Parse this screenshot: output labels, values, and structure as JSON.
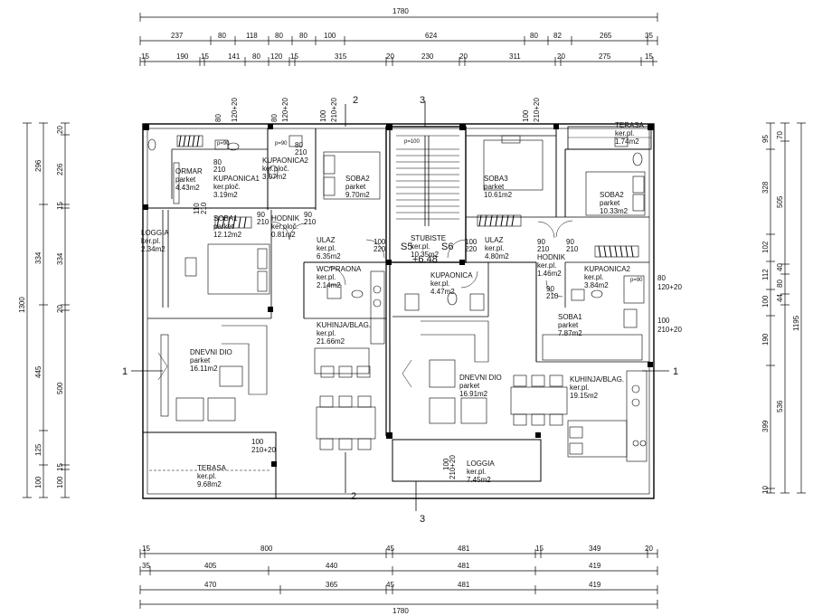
{
  "plan": {
    "overall_top": "1780",
    "overall_bottom": "1780",
    "overall_left": "1300",
    "overall_right": "1195",
    "top_row1": [
      "237",
      "80",
      "118",
      "80",
      "80",
      "100",
      "624",
      "80",
      "82",
      "265",
      "35"
    ],
    "top_row2": [
      "15",
      "190",
      "15",
      "141",
      "80",
      "120",
      "15",
      "315",
      "20",
      "230",
      "20",
      "311",
      "20",
      "275",
      "15"
    ],
    "bottom_row1": [
      "15",
      "800",
      "45",
      "481",
      "15",
      "349",
      "20"
    ],
    "bottom_row2": [
      "35",
      "405",
      "440",
      "481",
      "419"
    ],
    "bottom_row3": [
      "470",
      "365",
      "45",
      "481",
      "419"
    ],
    "left_outer": [
      "296",
      "334",
      "445",
      "125",
      "100"
    ],
    "left_inner": [
      "20",
      "226",
      "15",
      "334",
      "20",
      "500",
      "15",
      "100"
    ],
    "right_outer": [
      "95",
      "328",
      "102",
      "112",
      "100",
      "190",
      "399",
      "10"
    ],
    "right_inner": [
      "70",
      "505",
      "40",
      "80",
      "44",
      "536"
    ],
    "rooms": [
      {
        "name": "ORMAR",
        "l2": "parket",
        "l3": "4.43m2"
      },
      {
        "name": "KUPAONICA1",
        "l2": "ker.ploč.",
        "l3": "3.19m2"
      },
      {
        "name": "KUPAONICA2",
        "l2": "ker.ploč.",
        "l3": "3.07m2"
      },
      {
        "name": "SOBA2",
        "l2": "parket",
        "l3": "9.70m2"
      },
      {
        "name": "SOBA1",
        "l2": "parket",
        "l3": "12.12m2"
      },
      {
        "name": "HODNIK",
        "l2": "ker.ploč.",
        "l3": "0.81m2"
      },
      {
        "name": "LOGGIA",
        "l2": "ker.pl.",
        "l3": "2.34m2"
      },
      {
        "name": "ULAZ",
        "l2": "ker.pl.",
        "l3": "6.35m2"
      },
      {
        "name": "WC/PRAONA",
        "l2": "ker.pl.",
        "l3": "2.14m2"
      },
      {
        "name": "KUHINJA/BLAG.",
        "l2": "ker.pl.",
        "l3": "21.66m2"
      },
      {
        "name": "DNEVNI DIO",
        "l2": "parket",
        "l3": "16.11m2"
      },
      {
        "name": "TERASA",
        "l2": "ker.pl.",
        "l3": "9.68m2"
      },
      {
        "name": "STUBISTE",
        "l2": "ker.pl.",
        "l3": "10.35m2"
      },
      {
        "name": "SOBA3",
        "l2": "parket",
        "l3": "10.61m2"
      },
      {
        "name": "ULAZ",
        "l2": "ker.pl.",
        "l3": "4.80m2"
      },
      {
        "name": "KUPAONICA",
        "l2": "ker.pl.",
        "l3": "4.47m2"
      },
      {
        "name": "HODNIK",
        "l2": "ker.pl.",
        "l3": "1.46m2"
      },
      {
        "name": "KUPAONICA2",
        "l2": "ker.pl.",
        "l3": "3.84m2"
      },
      {
        "name": "SOBA2",
        "l2": "parket",
        "l3": "10.33m2"
      },
      {
        "name": "TERASA",
        "l2": "ker.pl.",
        "l3": "1.74m2"
      },
      {
        "name": "SOBA1",
        "l2": "parket",
        "l3": "7.87m2"
      },
      {
        "name": "DNEVNI DIO",
        "l2": "parket",
        "l3": "16.91m2"
      },
      {
        "name": "KUHINJA/BLAG.",
        "l2": "ker.pl.",
        "l3": "19.15m2"
      },
      {
        "name": "LOGGIA",
        "l2": "ker.pl.",
        "l3": "7.45m2"
      }
    ],
    "apartment_labels": [
      "S5",
      "S6"
    ],
    "level": "+6.48",
    "section_marks": [
      "1",
      "1",
      "2",
      "2",
      "3",
      "3"
    ],
    "openings": [
      "80",
      "120+20",
      "80",
      "120+20",
      "100",
      "210+20",
      "100",
      "210+20",
      "80",
      "120+20",
      "100",
      "210+20",
      "100",
      "210+20",
      "100",
      "210+20",
      "p=90",
      "p=90",
      "p=100",
      "p=90"
    ],
    "door_marks": [
      "80",
      "210",
      "90",
      "210",
      "80",
      "210",
      "90",
      "210",
      "90",
      "210",
      "100",
      "220",
      "100",
      "220",
      "90",
      "210",
      "90",
      "210",
      "110",
      "210"
    ]
  }
}
